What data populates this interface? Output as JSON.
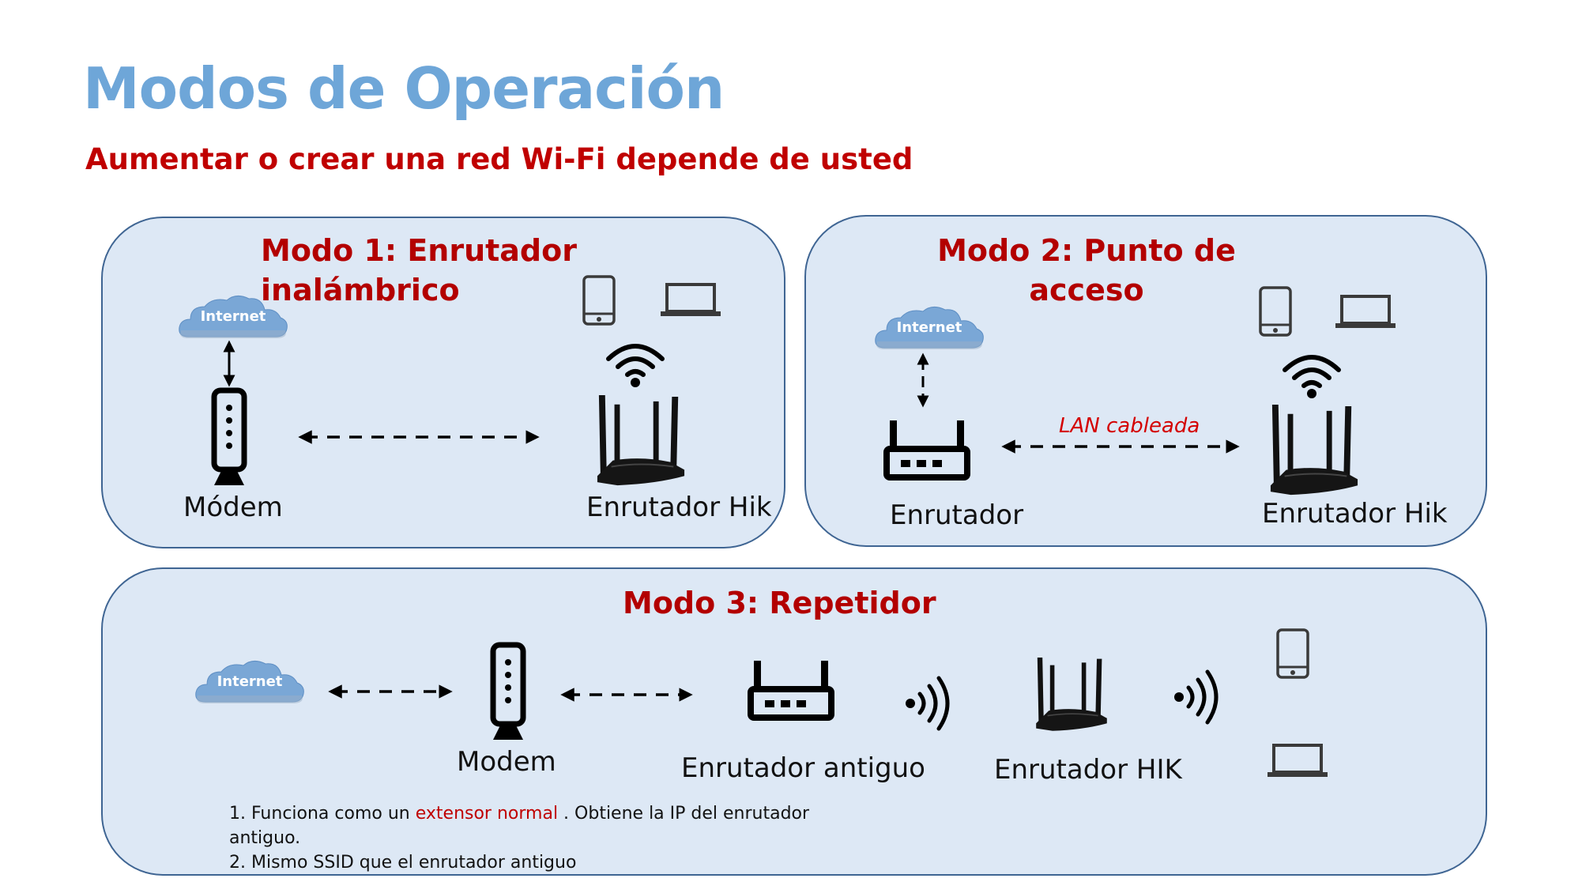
{
  "slide": {
    "title": "Modos de Operación",
    "subtitle": "Aumentar o crear una red Wi-Fi depende de usted"
  },
  "mode1": {
    "title_line1": "Modo 1: Enrutador",
    "title_line2": "inalámbrico",
    "cloud_label": "Internet",
    "modem_label": "Módem",
    "router_label": "Enrutador Hik"
  },
  "mode2": {
    "title_line1": "Modo 2: Punto de",
    "title_line2": "acceso",
    "cloud_label": "Internet",
    "router_label": "Enrutador",
    "link_label": "LAN cableada",
    "hik_label": "Enrutador Hik"
  },
  "mode3": {
    "title": "Modo 3: Repetidor",
    "cloud_label": "Internet",
    "modem_label": "Modem",
    "old_router_label": "Enrutador antiguo",
    "hik_label": "Enrutador HIK",
    "note1_prefix": "1. Funciona como un ",
    "note1_highlight": "extensor normal",
    "note1_suffix": " . Obtiene la IP del enrutador",
    "note1_cont": "antiguo.",
    "note2": "2. Mismo SSID que el enrutador antiguo"
  },
  "colors": {
    "title": "#6ea6d8",
    "accent_red": "#c00000",
    "panel_fill": "#dde8f5",
    "panel_border": "#3f6593",
    "cloud": "#7aa7d6"
  }
}
